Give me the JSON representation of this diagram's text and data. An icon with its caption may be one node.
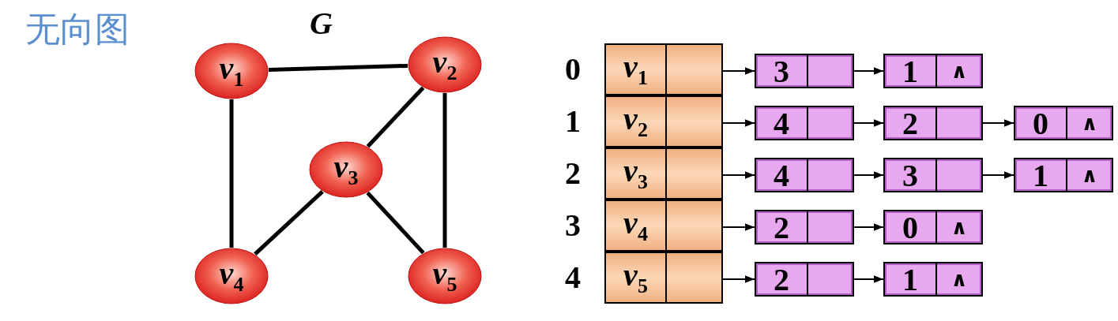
{
  "diagram": {
    "title": "无向图",
    "nodes": [
      {
        "text": [
          "v$_{1}$"
        ]
      },
      {
        "text": [
          "v$_{2}$"
        ]
      },
      {
        "text": [
          "v$_{3}$"
        ]
      },
      {
        "text": [
          "v$_{4}$"
        ]
      },
      {
        "text": [
          "v$_{5}$"
        ]
      },
      {
        "text": [
          "v$_{1}$"
        ],
        "beside": [
          "0"
        ]
      },
      {
        "text": [
          "3"
        ]
      },
      {
        "text": [
          "1",
          "∧"
        ]
      },
      {
        "text": [
          "v$_{2}$"
        ],
        "beside": [
          "1"
        ]
      },
      {
        "text": [
          "4"
        ]
      },
      {
        "text": [
          "2"
        ]
      },
      {
        "text": [
          "0",
          "∧"
        ]
      },
      {
        "text": [
          "v$_{3}$"
        ],
        "beside": [
          "2"
        ]
      },
      {
        "text": [
          "4"
        ]
      },
      {
        "text": [
          "3"
        ]
      },
      {
        "text": [
          "1",
          "∧"
        ]
      },
      {
        "text": [
          "v$_{4}$"
        ],
        "beside": [
          "3"
        ]
      },
      {
        "text": [
          "2"
        ]
      },
      {
        "text": [
          "0",
          "∧"
        ]
      },
      {
        "text": [
          "v$_{5}$"
        ],
        "beside": [
          "4"
        ]
      },
      {
        "text": [
          "2"
        ]
      },
      {
        "text": [
          "1",
          "∧"
        ]
      }
    ],
    "edges": [
      {
        "from": 0,
        "to": 1,
        "arrow": "none",
        "style": "thick"
      },
      {
        "from": 0,
        "to": 3,
        "arrow": "none",
        "style": "thick"
      },
      {
        "from": 1,
        "to": 2,
        "arrow": "none",
        "style": "thick"
      },
      {
        "from": 1,
        "to": 4,
        "arrow": "none",
        "style": "thick"
      },
      {
        "from": 2,
        "to": 3,
        "arrow": "none",
        "style": "thick"
      },
      {
        "from": 2,
        "to": 4,
        "arrow": "none",
        "style": "thick"
      },
      {
        "from": 5,
        "to": 6,
        "arrow": "to"
      },
      {
        "from": 6,
        "to": 7,
        "arrow": "to"
      },
      {
        "from": 8,
        "to": 9,
        "arrow": "to"
      },
      {
        "from": 9,
        "to": 10,
        "arrow": "to"
      },
      {
        "from": 10,
        "to": 11,
        "arrow": "to"
      },
      {
        "from": 12,
        "to": 13,
        "arrow": "to"
      },
      {
        "from": 13,
        "to": 14,
        "arrow": "to"
      },
      {
        "from": 14,
        "to": 15,
        "arrow": "to"
      },
      {
        "from": 16,
        "to": 17,
        "arrow": "to"
      },
      {
        "from": 17,
        "to": 18,
        "arrow": "to"
      },
      {
        "from": 19,
        "to": 20,
        "arrow": "to"
      },
      {
        "from": 20,
        "to": 21,
        "arrow": "to"
      }
    ],
    "labels": [
      "G"
    ]
  }
}
